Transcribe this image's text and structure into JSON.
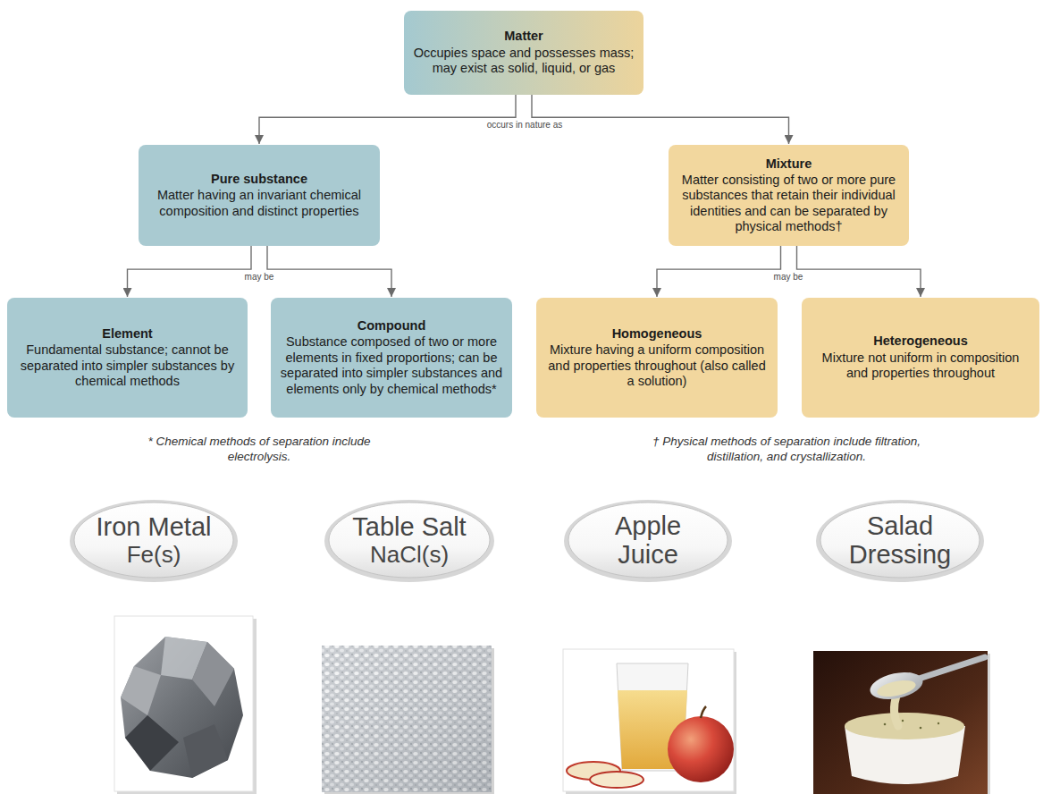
{
  "diagram": {
    "nodes": [
      {
        "text": [
          "Matter",
          "Occupies space and possesses mass; may exist as solid, liquid, or gas"
        ]
      },
      {
        "text": [
          "Pure substance",
          "Matter having an invariant chemical composition and distinct properties"
        ]
      },
      {
        "text": [
          "Mixture",
          "Matter consisting of two or more pure substances that retain their individual identities and can be separated by physical methods†"
        ]
      },
      {
        "text": [
          "Element",
          "Fundamental substance; cannot be separated into simpler substances by chemical methods"
        ]
      },
      {
        "text": [
          "Compound",
          "Substance composed of two or more elements in fixed proportions; can be separated into simpler substances and elements only by chemical methods*"
        ]
      },
      {
        "text": [
          "Homogeneous",
          "Mixture having a uniform composition and properties throughout (also called a solution)"
        ]
      },
      {
        "text": [
          "Heterogeneous",
          "Mixture not uniform in composition and properties throughout"
        ]
      },
      {
        "text": [
          "Iron Metal",
          "Fe(s)"
        ]
      },
      {
        "text": [
          "Table Salt",
          "NaCl(s)"
        ]
      },
      {
        "text": [
          "Apple Juice"
        ]
      },
      {
        "text": [
          "Salad Dressing"
        ]
      }
    ],
    "edges": [
      {
        "from": 0,
        "to": 1,
        "arrow": "to"
      },
      {
        "from": 0,
        "to": 2,
        "arrow": "to"
      },
      {
        "from": 1,
        "to": 3,
        "arrow": "to"
      },
      {
        "from": 1,
        "to": 4,
        "arrow": "to"
      },
      {
        "from": 2,
        "to": 5,
        "arrow": "to"
      },
      {
        "from": 2,
        "to": 6,
        "arrow": "to"
      }
    ],
    "labels": [
      "occurs in nature as",
      "may be",
      "may be",
      "* Chemical methods of separation include electrolysis.",
      "† Physical methods of separation include filtration, distillation, and crystallization."
    ]
  }
}
